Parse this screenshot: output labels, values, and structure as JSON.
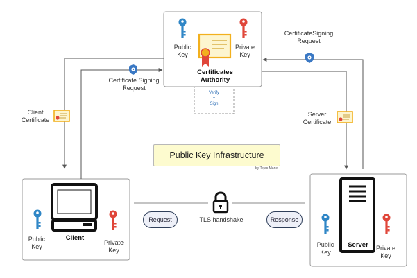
{
  "ca": {
    "public_key": "Public\nKey",
    "private_key": "Private\nKey",
    "title": "Certificates\nAuthority",
    "verify": "Verify\n+\nSign"
  },
  "client": {
    "title": "Client",
    "public_key": "Public\nKey",
    "private_key": "Private\nKey",
    "certificate_label": "Client\nCertificate",
    "csr_label": "Certificate Signing\nRequest"
  },
  "server": {
    "title": "Server",
    "public_key": "Public\nKey",
    "private_key": "Private\nKey",
    "certificate_label": "Server\nCertificate",
    "csr_label": "CertificateSigning\nRequest"
  },
  "center": {
    "title": "Public Key Infrastructure",
    "credit": "by Tejas Mane",
    "request": "Request",
    "response": "Response",
    "tls": "TLS handshake"
  },
  "colors": {
    "public_key": "#2f86c6",
    "private_key": "#e0463a",
    "certificate": "#f2b01e",
    "badge": "#3a78c4"
  }
}
